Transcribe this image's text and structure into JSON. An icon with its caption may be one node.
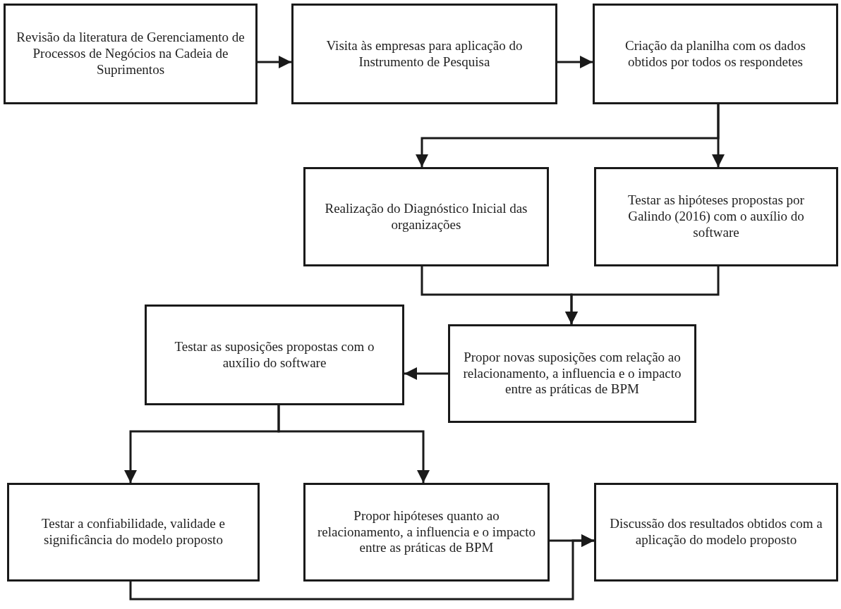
{
  "diagram": {
    "nodes": [
      {
        "text": [
          "Revisão da literatura de Gerenciamento de Processos de Negócios na Cadeia de Suprimentos"
        ]
      },
      {
        "text": [
          "Visita às empresas para aplicação do Instrumento de Pesquisa"
        ]
      },
      {
        "text": [
          "Criação da planilha com os dados obtidos por todos os respondetes"
        ]
      },
      {
        "text": [
          "Realização do Diagnóstico Inicial das organizações"
        ]
      },
      {
        "text": [
          "Testar as hipóteses propostas por Galindo (2016) com o auxílio do software"
        ]
      },
      {
        "text": [
          "Propor novas suposições com relação ao relacionamento, a influencia e o impacto entre as práticas de BPM"
        ]
      },
      {
        "text": [
          "Testar as suposições propostas com o auxílio do software"
        ]
      },
      {
        "text": [
          "Testar a confiabilidade, validade e significância do modelo proposto"
        ]
      },
      {
        "text": [
          "Propor hipóteses quanto ao relacionamento, a influencia e o impacto entre as práticas de BPM"
        ]
      },
      {
        "text": [
          "Discussão dos resultados obtidos com a aplicação do modelo proposto"
        ]
      }
    ],
    "edges": [
      {
        "from": 0,
        "to": 1,
        "arrow": "to"
      },
      {
        "from": 1,
        "to": 2,
        "arrow": "to"
      },
      {
        "from": 2,
        "to": 3,
        "arrow": "to"
      },
      {
        "from": 2,
        "to": 4,
        "arrow": "to"
      },
      {
        "from": 3,
        "to": 5,
        "arrow": "to"
      },
      {
        "from": 4,
        "to": 5,
        "arrow": "to"
      },
      {
        "from": 5,
        "to": 6,
        "arrow": "to"
      },
      {
        "from": 6,
        "to": 7,
        "arrow": "to"
      },
      {
        "from": 6,
        "to": 8,
        "arrow": "to"
      },
      {
        "from": 7,
        "to": 9,
        "arrow": "to"
      },
      {
        "from": 8,
        "to": 9,
        "arrow": "to"
      }
    ]
  }
}
